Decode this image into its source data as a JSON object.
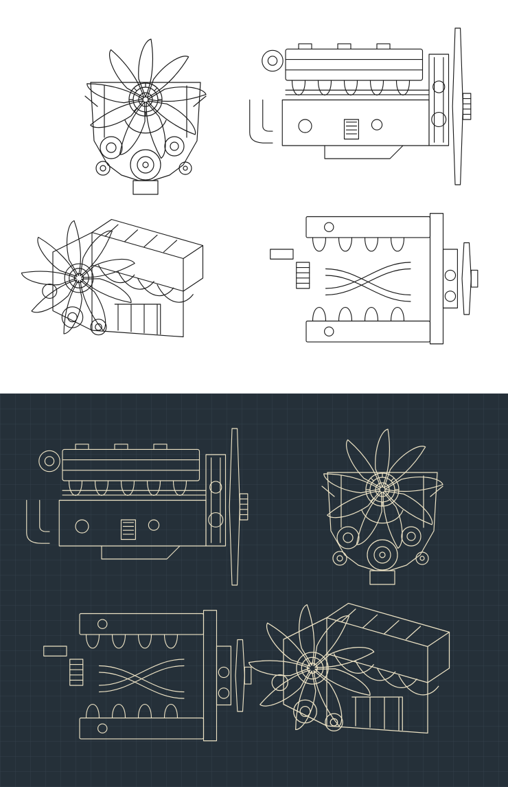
{
  "sheet": {
    "panels": [
      {
        "theme": "light",
        "background": "#ffffff",
        "stroke": "#1a1a1a",
        "views": [
          "front-view",
          "side-view",
          "isometric-view",
          "top-view"
        ]
      },
      {
        "theme": "dark-blueprint",
        "background": "#253039",
        "stroke": "#ede3c5",
        "grid": "#34414b",
        "views": [
          "side-view",
          "front-view",
          "top-view",
          "isometric-view"
        ]
      }
    ]
  },
  "colors": {
    "light_bg": "#ffffff",
    "light_line": "#1a1a1a",
    "dark_bg": "#253039",
    "dark_line": "#ede3c5",
    "dark_grid": "#34414b"
  }
}
